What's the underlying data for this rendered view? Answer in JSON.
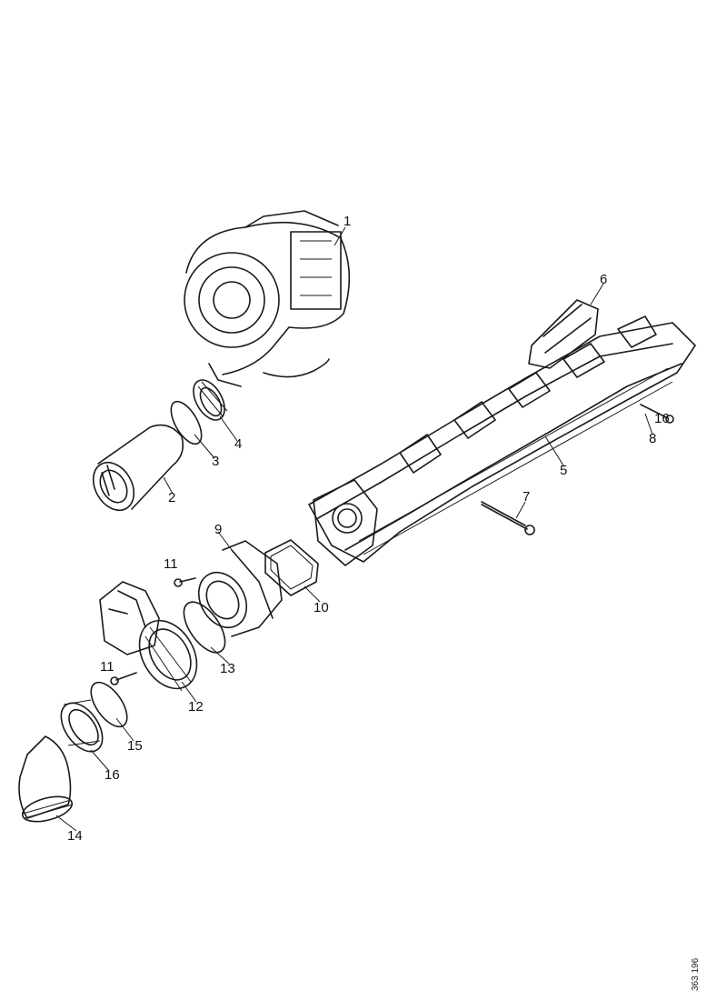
{
  "callouts": {
    "c1": "1",
    "c2": "2",
    "c3": "3",
    "c4": "4",
    "c5": "5",
    "c6": "6",
    "c7": "7",
    "c8": "8",
    "c9": "9",
    "c10": "10",
    "c11a": "11",
    "c11b": "11",
    "c12": "12",
    "c13": "13",
    "c14": "14",
    "c15": "15",
    "c16": "16",
    "c16b": "16"
  },
  "document_id": "363 196"
}
